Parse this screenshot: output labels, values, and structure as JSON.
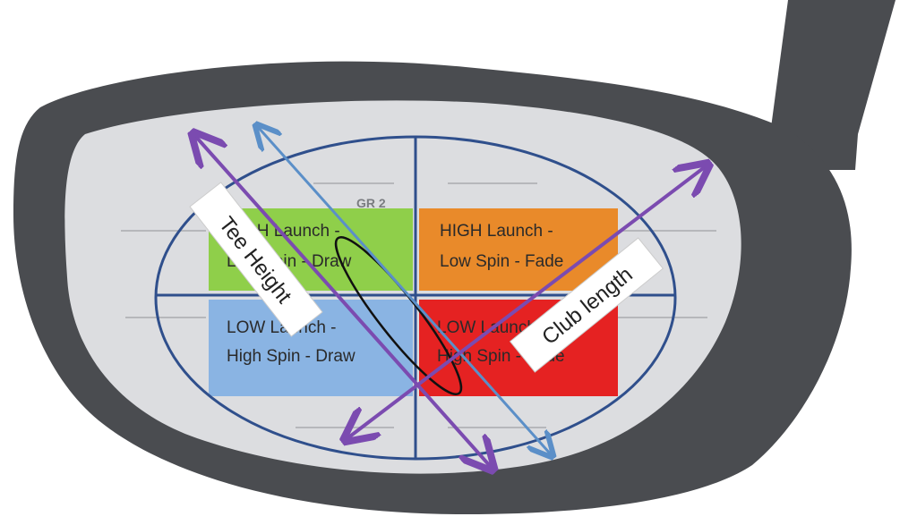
{
  "diagram": {
    "colors": {
      "club_body": "#4a4c50",
      "face": "#dcdde0",
      "grid_line": "#2f4f8c",
      "axis_arrow": "#7b4bb0",
      "aux_arrow": "#5b8fc8",
      "spot_ellipse": "#111111",
      "high_launch_low_spin_draw": "#8fcf4a",
      "high_launch_low_spin_fade": "#e98a2a",
      "low_launch_high_spin_draw": "#8ab4e3",
      "low_launch_high_spin_fade": "#e52222"
    },
    "quadrants": {
      "top_left": {
        "line1": "HIGH Launch -",
        "line2": "Low Spin - Draw"
      },
      "top_right": {
        "line1": "HIGH Launch -",
        "line2": "Low Spin - Fade"
      },
      "bottom_left": {
        "line1": "LOW Launch -",
        "line2": "High Spin - Draw"
      },
      "bottom_right": {
        "line1": "LOW Launch -",
        "line2": "High Spin - Fade"
      }
    },
    "labels": {
      "tee_height": "Tee Height",
      "club_length": "Club length"
    },
    "face_marking": "GR 2"
  }
}
